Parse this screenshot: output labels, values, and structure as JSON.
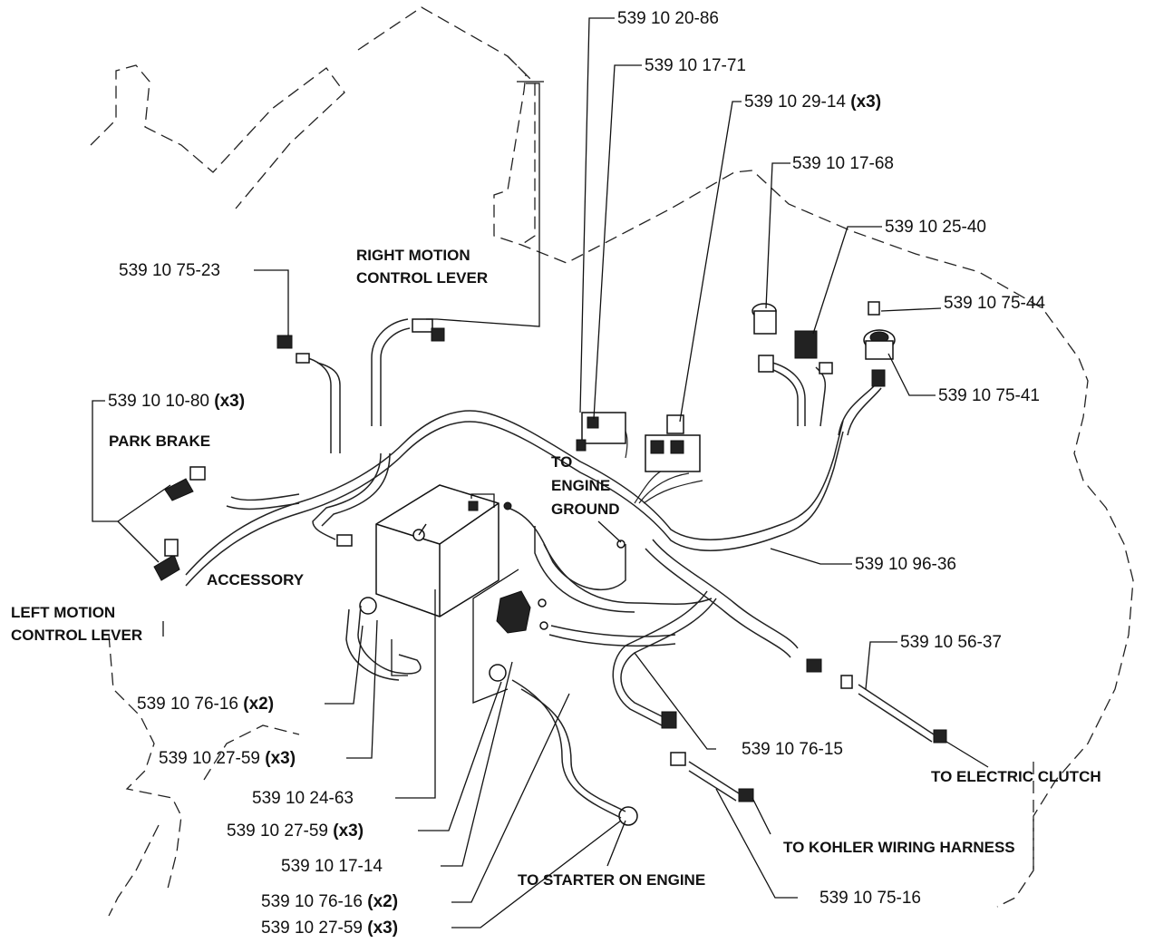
{
  "labels": {
    "p_20_86": "539 10 20-86",
    "p_17_71": "539 10 17-71",
    "p_29_14": "539 10 29-14",
    "p_29_14_qty": "(x3)",
    "p_17_68": "539 10 17-68",
    "p_25_40": "539 10 25-40",
    "p_75_44": "539 10 75-44",
    "p_75_41": "539 10 75-41",
    "p_75_23": "539 10 75-23",
    "p_10_80": "539 10 10-80",
    "p_10_80_qty": "(x3)",
    "p_96_36": "539 10 96-36",
    "p_56_37": "539 10 56-37",
    "p_76_16_a": "539 10 76-16",
    "p_76_16_a_qty": "(x2)",
    "p_27_59_a": "539 10 27-59",
    "p_27_59_a_qty": "(x3)",
    "p_76_15": "539 10 76-15",
    "p_24_63": "539 10 24-63",
    "p_27_59_b": "539 10 27-59",
    "p_27_59_b_qty": "(x3)",
    "p_17_14": "539 10 17-14",
    "p_76_16_b": "539 10 76-16",
    "p_76_16_b_qty": "(x2)",
    "p_27_59_c": "539 10 27-59",
    "p_27_59_c_qty": "(x3)",
    "p_75_16": "539 10 75-16"
  },
  "captions": {
    "right_motion_1": "RIGHT MOTION",
    "right_motion_2": "CONTROL LEVER",
    "park_brake": "PARK BRAKE",
    "engine_ground_1": "TO",
    "engine_ground_2": "ENGINE",
    "engine_ground_3": "GROUND",
    "accessory": "ACCESSORY",
    "left_motion_1": "LEFT MOTION",
    "left_motion_2": "CONTROL LEVER",
    "electric_clutch": "TO ELECTRIC CLUTCH",
    "kohler": "TO KOHLER WIRING HARNESS",
    "starter": "TO STARTER ON ENGINE"
  }
}
